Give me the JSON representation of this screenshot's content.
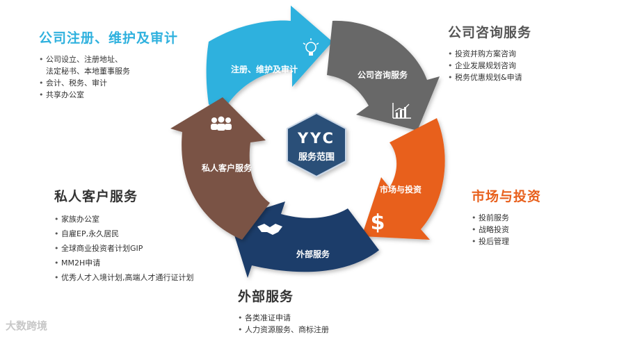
{
  "colors": {
    "registration": "#2fb1de",
    "consulting": "#686868",
    "market": "#e8601d",
    "external": "#1e3c6b",
    "private": "#7a5244",
    "hex": "#2b4f78",
    "private_title": "#333333",
    "external_title": "#333333"
  },
  "center": {
    "line1": "YYC",
    "line2": "服务范围"
  },
  "arrows": {
    "registration": {
      "label": "注册、维护及审计",
      "icon": "lightbulb-icon"
    },
    "consulting": {
      "label": "公司咨询服务",
      "icon": "bar-chart-icon"
    },
    "market": {
      "label": "市场与投资",
      "icon": "dollar-icon"
    },
    "external": {
      "label": "外部服务",
      "icon": "handshake-icon"
    },
    "private": {
      "label": "私人客户服务",
      "icon": "people-icon"
    }
  },
  "panels": {
    "registration": {
      "title": "公司注册、维护及审计",
      "items": [
        "公司设立、注册地址、",
        "法定秘书、本地董事服务",
        "会计、税务、审计",
        "共享办公室"
      ]
    },
    "consulting": {
      "title": "公司咨询服务",
      "items": [
        "投资并购方案咨询",
        "企业发展规划咨询",
        "税务优惠规划&申请"
      ]
    },
    "market": {
      "title": "市场与投资",
      "items": [
        "投前服务",
        "战略投资",
        "投后管理"
      ]
    },
    "private": {
      "title": "私人客户服务",
      "items": [
        "家族办公室",
        "自雇EP,永久居民",
        "全球商业投资者计划GIP",
        "MM2H申请",
        "优秀人才入境计划,高端人才通行证计划"
      ]
    },
    "external": {
      "title": "外部服务",
      "items": [
        "各类准证申请",
        "人力资源服务、商标注册"
      ]
    }
  },
  "watermark": "大数跨境"
}
